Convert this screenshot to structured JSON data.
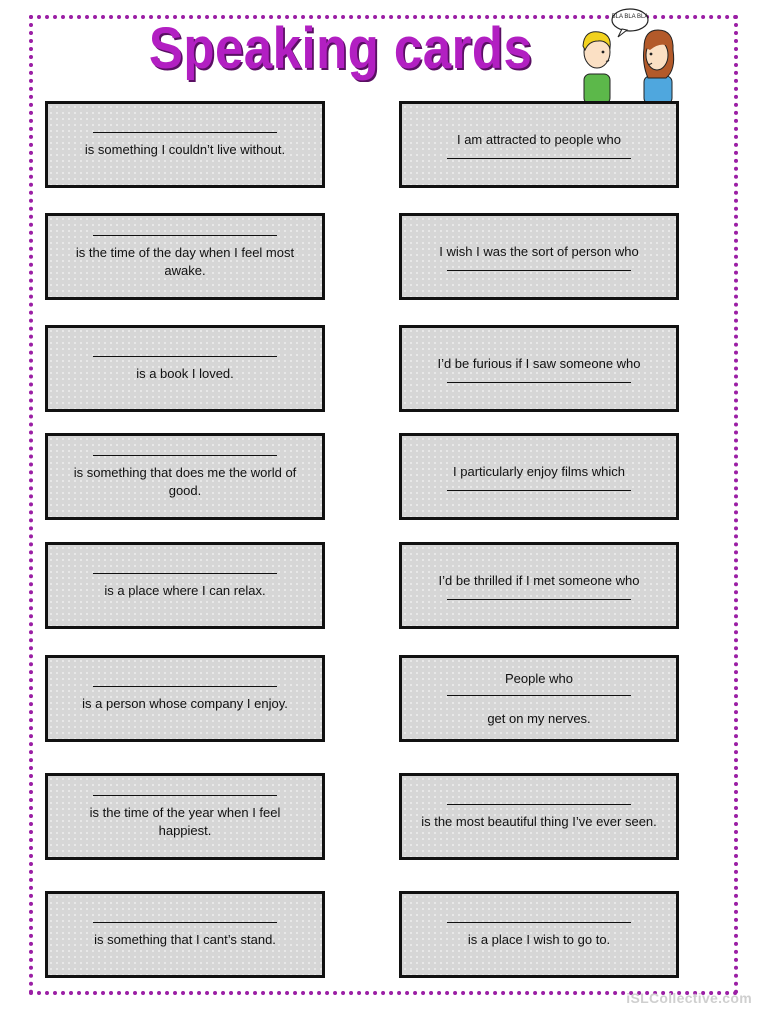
{
  "title": "Speaking cards",
  "speech_bubble": "BLA BLA BLA",
  "watermark": "iSLCollective.com",
  "left_cards": [
    {
      "text": "is something I couldn’t live without."
    },
    {
      "text": "is the time of the day when I feel most awake."
    },
    {
      "text": "is a book I loved."
    },
    {
      "text": "is something that does me the world of good."
    },
    {
      "text": "is a place where I can relax."
    },
    {
      "text": "is a person whose company I enjoy."
    },
    {
      "text": "is the time of the year when I feel happiest."
    },
    {
      "text": "is something that I cant’s stand."
    }
  ],
  "right_cards": [
    {
      "text": "I am attracted to people who"
    },
    {
      "text": "I wish I was the sort of person who"
    },
    {
      "text": "I’d be furious if I saw someone who"
    },
    {
      "text": "I particularly enjoy films which"
    },
    {
      "text": "I’d be thrilled if I met someone who"
    },
    {
      "before": "People who",
      "after": "get on my nerves."
    },
    {
      "text": "is the most beautiful thing I’ve ever seen."
    },
    {
      "text": "is a place I wish to go to."
    }
  ]
}
